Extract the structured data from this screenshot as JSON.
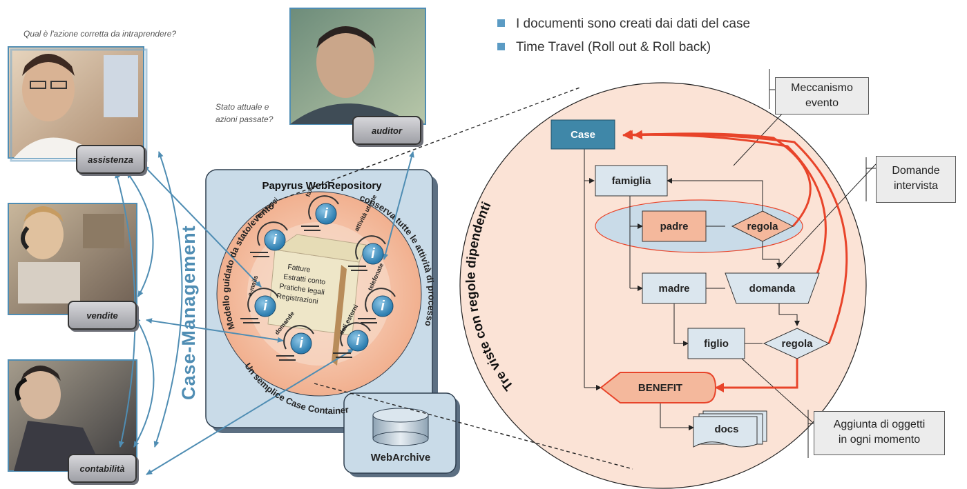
{
  "bullets": [
    "I documenti sono creati dai dati del case",
    "Time Travel (Roll out & Roll back)"
  ],
  "questions": {
    "q1": "Qual è l'azione corretta da intraprendere?",
    "q2_line1": "Stato attuale e",
    "q2_line2": "azioni passate?"
  },
  "roles": {
    "assistenza": "assistenza",
    "vendite": "vendite",
    "contabilita": "contabilità",
    "auditor": "auditor"
  },
  "vertical_label": "Case-Management",
  "repository": {
    "title": "Papyrus WebRepository",
    "arc_top": "Modello guidato da stato/evento",
    "arc_right": "conserva tutte le attività di processo",
    "arc_bottom": "Un semplice Case Container",
    "icons": [
      "messaggi",
      "fax",
      "attività utente",
      "e-mails",
      "telefonate",
      "domande",
      "dati esterni"
    ],
    "center_lines": [
      "Fatture",
      "Estratti conto",
      "Pratiche legali",
      "Registrazioni"
    ]
  },
  "archive": {
    "label": "WebArchive"
  },
  "flow": {
    "arc_label": "Tre viste con regole dipendenti",
    "case": "Case",
    "famiglia": "famiglia",
    "padre": "padre",
    "regola1": "regola",
    "madre": "madre",
    "domanda": "domanda",
    "figlio": "figlio",
    "regola2": "regola",
    "benefit": "BENEFIT",
    "docs": "docs"
  },
  "callouts": {
    "meccanismo_l1": "Meccanismo",
    "meccanismo_l2": "evento",
    "domande_l1": "Domande",
    "domande_l2": "intervista",
    "aggiunta_l1": "Aggiunta di oggetti",
    "aggiunta_l2": "in ogni momento"
  },
  "colors": {
    "accent_blue": "#4f8db3",
    "case_blue": "#3f87a8",
    "salmon": "#f4b89c",
    "red_arrow": "#e8442a",
    "pale_blue": "#dbe6ee",
    "repo_bg": "#c9dbe8"
  }
}
